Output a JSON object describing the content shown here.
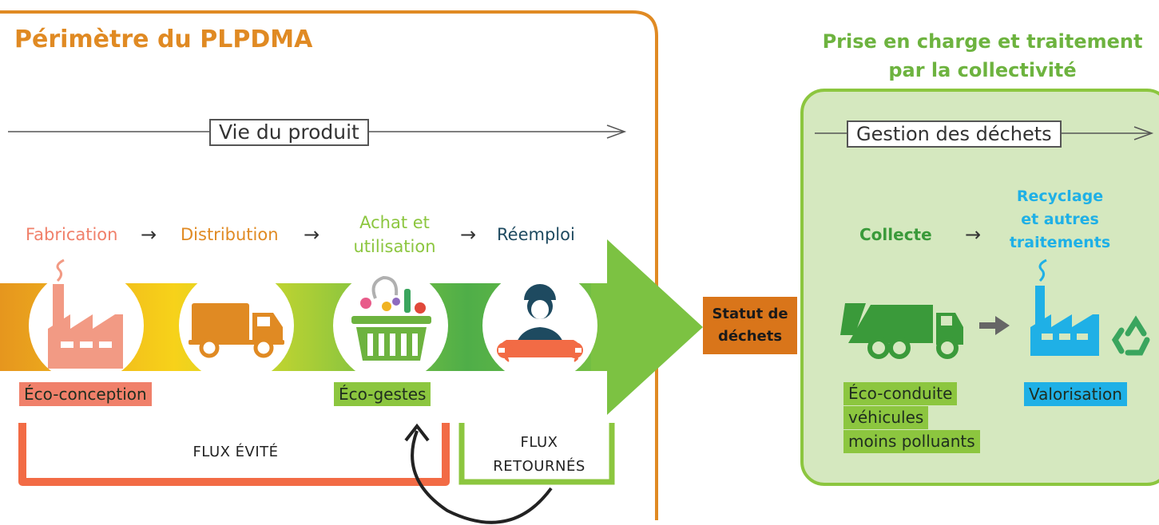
{
  "perimeter": {
    "title": "Périmètre du PLPDMA",
    "life_label": "Vie du produit",
    "stages": {
      "fabrication": "Fabrication",
      "distribution": "Distribution",
      "achat_line1": "Achat et",
      "achat_line2": "utilisation",
      "reemploi": "Réemploi"
    },
    "tags": {
      "eco_conception": "Éco-conception",
      "eco_gestes": "Éco-gestes"
    },
    "flux_evite": "FLUX ÉVITÉ",
    "flux_retournes_line1": "FLUX",
    "flux_retournes_line2": "RETOURNÉS",
    "statut_line1": "Statut de",
    "statut_line2": "déchets"
  },
  "collectivite": {
    "title_line1": "Prise en charge et traitement",
    "title_line2": "par la collectivité",
    "gestion_label": "Gestion des déchets",
    "collecte": "Collecte",
    "recyclage_line1": "Recyclage",
    "recyclage_line2": "et autres",
    "recyclage_line3": "traitements",
    "tags": {
      "eco_conduite_line1": "Éco-conduite",
      "eco_conduite_line2": "véhicules",
      "eco_conduite_line3": "moins polluants",
      "valorisation": "Valorisation"
    }
  },
  "arrows": {
    "small": "→"
  },
  "colors": {
    "orange_border": "#e08a23",
    "green_title": "#6db33f",
    "green_panel": "#d5e8bf",
    "green_border": "#8cc63f",
    "fabrication": "#f0806a",
    "distribution": "#e08a23",
    "achat": "#8cc63f",
    "reemploi": "#1e4a60",
    "collecte": "#3a9a3a",
    "recyclage": "#1fb0e6",
    "flux_evite": "#f26b45",
    "statut": "#d9751a"
  },
  "icons": [
    "factory-icon",
    "truck-icon",
    "basket-icon",
    "repairman-icon",
    "garbage-truck-icon",
    "factory-blue-icon",
    "recycle-icon"
  ]
}
